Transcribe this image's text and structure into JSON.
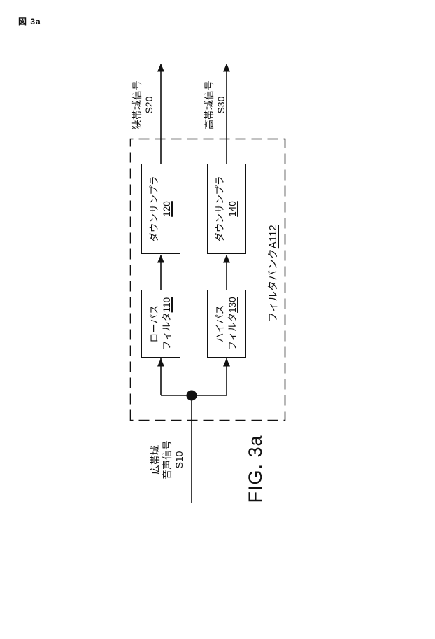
{
  "figure": {
    "header_label": "図 3a",
    "caption": "FIG. 3a"
  },
  "input": {
    "line1": "広帯域",
    "line2": "音声信号",
    "ref": "S10"
  },
  "filter_bank": {
    "name": "フィルタバンク",
    "ref": "A112"
  },
  "blocks": {
    "lowpass": {
      "line1": "ローパス",
      "line2": "フィルタ",
      "ref": "110"
    },
    "highpass": {
      "line1": "ハイパス",
      "line2": "フィルタ",
      "ref": "130"
    },
    "downsampler_top": {
      "line1": "ダウンサンプラ",
      "ref": "120"
    },
    "downsampler_bottom": {
      "line1": "ダウンサンプラ",
      "ref": "140"
    }
  },
  "outputs": {
    "narrowband": {
      "label": "狭帯域信号",
      "ref": "S20"
    },
    "highband": {
      "label": "高帯域信号",
      "ref": "S30"
    }
  },
  "colors": {
    "line": "#111111",
    "background": "#ffffff"
  }
}
